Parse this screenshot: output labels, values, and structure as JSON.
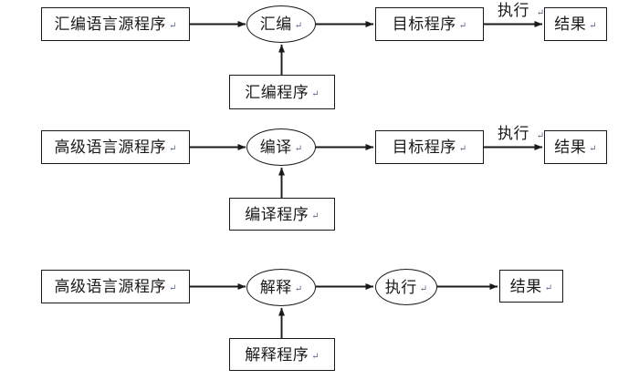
{
  "diagram": {
    "type": "flowchart",
    "title": "",
    "background": "#ffffff",
    "stroke": "#1a1a1a",
    "mark": "↵",
    "rows": [
      {
        "id": "assembly",
        "name": "assembly-translation-row",
        "nodes": {
          "source": {
            "label": "汇编语言源程序",
            "shape": "box"
          },
          "process": {
            "label": "汇编",
            "shape": "ellipse"
          },
          "tool": {
            "label": "汇编程序",
            "shape": "box"
          },
          "target": {
            "label": "目标程序",
            "shape": "box"
          },
          "result": {
            "label": "结果",
            "shape": "box"
          }
        },
        "edge_label": "执行"
      },
      {
        "id": "compile",
        "name": "compile-translation-row",
        "nodes": {
          "source": {
            "label": "高级语言源程序",
            "shape": "box"
          },
          "process": {
            "label": "编译",
            "shape": "ellipse"
          },
          "tool": {
            "label": "编译程序",
            "shape": "box"
          },
          "target": {
            "label": "目标程序",
            "shape": "box"
          },
          "result": {
            "label": "结果",
            "shape": "box"
          }
        },
        "edge_label": "执行"
      },
      {
        "id": "interpret",
        "name": "interpret-translation-row",
        "nodes": {
          "source": {
            "label": "高级语言源程序",
            "shape": "box"
          },
          "process": {
            "label": "解释",
            "shape": "ellipse"
          },
          "tool": {
            "label": "解释程序",
            "shape": "box"
          },
          "target": {
            "label": "执行",
            "shape": "ellipse"
          },
          "result": {
            "label": "结果",
            "shape": "box"
          }
        },
        "edge_label": ""
      }
    ]
  }
}
